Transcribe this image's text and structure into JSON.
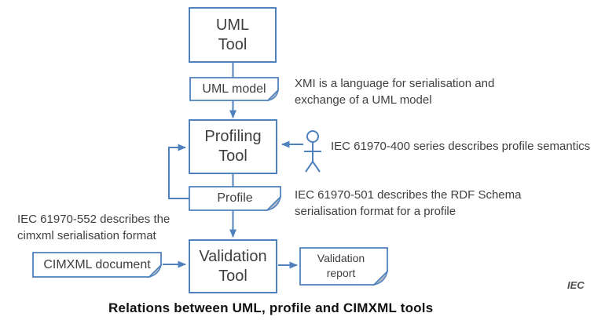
{
  "diagram": {
    "boxes": {
      "uml_tool": {
        "line1": "UML",
        "line2": "Tool"
      },
      "profiling_tool": {
        "line1": "Profiling",
        "line2": "Tool"
      },
      "validation_tool": {
        "line1": "Validation",
        "line2": "Tool"
      }
    },
    "documents": {
      "uml_model": {
        "label": "UML model"
      },
      "profile": {
        "label": "Profile"
      },
      "cimxml": {
        "label": "CIMXML document"
      },
      "validation_report": {
        "line1": "Validation",
        "line2": "report"
      }
    },
    "annotations": {
      "xmi": {
        "line1": "XMI is a language for serialisation and",
        "line2": "exchange of a UML model"
      },
      "iec400": {
        "text": "IEC 61970-400 series describes profile semantics"
      },
      "iec501": {
        "line1": "IEC 61970-501 describes the RDF Schema",
        "line2": "serialisation format for a profile"
      },
      "iec552": {
        "line1": "IEC 61970-552 describes the",
        "line2": "cimxml serialisation format"
      }
    },
    "credit": "IEC",
    "caption": "Relations between UML, profile and CIMXML tools",
    "colors": {
      "line": "#4f81bd",
      "box_text": "#3f3f3f",
      "annotation_text": "#404040",
      "fold_fill": "#b4bcc9",
      "caption_text": "#111111",
      "background": "#ffffff"
    }
  }
}
